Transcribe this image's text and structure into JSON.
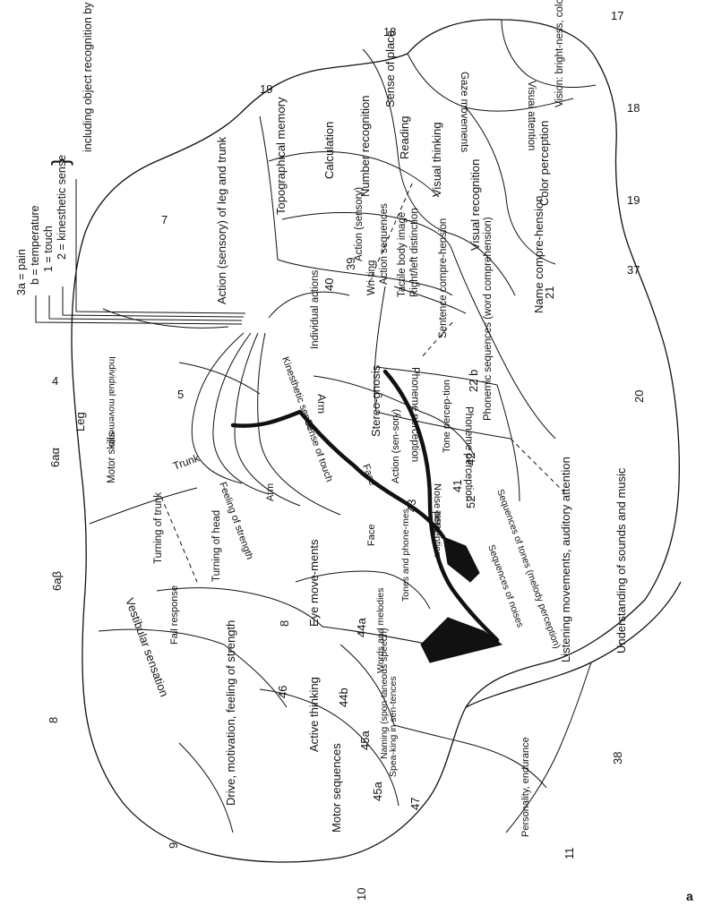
{
  "figure_letter": "a",
  "legend": {
    "item_3a": "3a = pain",
    "item_b": "b = temperature",
    "item_1": "1 = touch",
    "item_2": "2 = kinesthetic sense",
    "brace_text": "including object recognition by touch"
  },
  "area_numbers": {
    "n4": "4",
    "n5": "5",
    "n7": "7",
    "n6aa": "6aα",
    "n6ab": "6aβ",
    "n8_outer": "8",
    "n8_inner": "8",
    "n9": "9",
    "n10": "10",
    "n11": "11",
    "n17": "17",
    "n18_top": "18",
    "n18_right": "18",
    "n19_top": "19",
    "n19_right": "19",
    "n20": "20",
    "n21": "21",
    "n22b": "22 b",
    "n37": "37",
    "n38": "38",
    "n39": "39",
    "n40": "40",
    "n41": "41",
    "n42": "42",
    "n43": "43",
    "n44a": "44a",
    "n44b": "44b",
    "n45a": "45a",
    "n45a_b": "45a",
    "n46": "46",
    "n47": "47",
    "n52": "52"
  },
  "region_labels": {
    "action_leg_trunk": "Action (sensory) of leg and trunk",
    "topographical_memory": "Topographical memory",
    "calculation": "Calculation",
    "number_recognition": "Number recognition",
    "reading": "Reading",
    "visual_thinking": "Visual thinking",
    "visual_recognition": "Visual recognition",
    "sense_of_place": "Sense of place",
    "vision": "Vision: bright-ness, color, shape, move-ment",
    "gaze_movements": "Gaze movements",
    "visual_attention": "Visual attention",
    "color_perception": "Color perception",
    "name_comprehension": "Name compre-hension",
    "action_sensory": "Action (sensory)",
    "action_sequences": "Action sequences",
    "writing": "Wri-ting",
    "tactile_body_image": "Tactile body image",
    "right_left": "Right/left distinction",
    "individual_actions": "Individual actions",
    "sentence_comprehension": "Sentence compre-hension",
    "phonemic_sequences": "Phonemic sequences (word comprehension)",
    "phoneme_perception": "Phoneme perception",
    "stereognosis": "Stereo-gnosis",
    "arm": "Arm",
    "kinesthetic_sense": "Kinesthetic sense",
    "sense_of_touch": "Sense of touch",
    "face": "Face",
    "action_face": "Action (sen-sory)",
    "noise_perception": "Noise perception",
    "tone_perception": "Tone percep-tion",
    "taste": "Taste",
    "listening": "Listening movements, auditory attention",
    "understanding": "Understanding of sounds and music",
    "sequences_noises": "Sequences of noises",
    "sequences_tones": "Sequences of tones (melody perception)",
    "leg": "Leg",
    "individual_movements": "Individual movements",
    "motor_skills": "Motor skills",
    "trunk": "Trunk",
    "arm_motor": "Arm",
    "face_motor": "Face",
    "feeling_of_strength": "Feeling of strength",
    "turning_trunk": "Turning of trunk",
    "turning_head": "Turning of head",
    "vestibular": "Vestibular sensation",
    "fall_response": "Fall response",
    "eye_movements": "Eye move-ments",
    "tones_phonemes": "Tones and phone-mes",
    "words_melodies": "Words and melodies",
    "naming": "Naming (spon-taneous speech)",
    "speaking": "Spea-king in sen-tences",
    "active_thinking": "Active thinking",
    "drive": "Drive, motivation, feeling of strength",
    "motor_sequences": "Motor sequences",
    "personality": "Personality, endurance"
  }
}
